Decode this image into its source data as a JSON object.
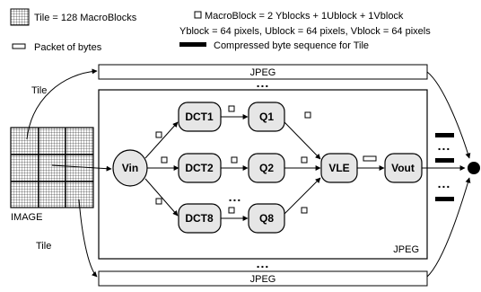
{
  "legend": {
    "tile": "Tile = 128 MacroBlocks",
    "macroblock": "MacroBlock = 2 Yblocks + 1Ublock + 1Vblock",
    "blocks": "Yblock = 64 pixels, Ublock = 64 pixels, Vblock = 64 pixels",
    "packet": "Packet of bytes",
    "compressed": "Compressed byte sequence for Tile"
  },
  "labels": {
    "image": "IMAGE",
    "tile_top": "Tile",
    "tile_bottom": "Tile",
    "jpeg_top": "JPEG",
    "jpeg_main": "JPEG",
    "jpeg_bottom": "JPEG",
    "dots": "..."
  },
  "nodes": {
    "vin": "Vin",
    "dct1": "DCT1",
    "dct2": "DCT2",
    "dct8": "DCT8",
    "q1": "Q1",
    "q2": "Q2",
    "q8": "Q8",
    "vle": "VLE",
    "vout": "Vout"
  }
}
